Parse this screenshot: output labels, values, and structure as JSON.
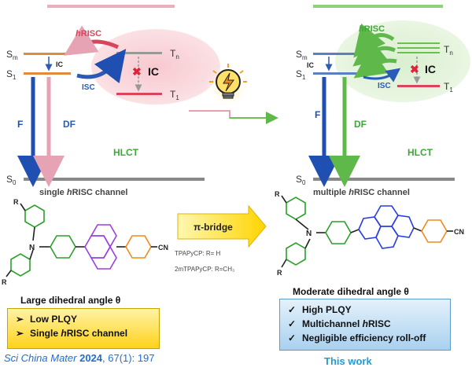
{
  "left": {
    "hrisc_suffix": "RISC",
    "isc": "ISC",
    "ic_small": "IC",
    "ic_large": "IC",
    "f": "F",
    "df": "DF",
    "hlct": "HLCT",
    "channel_prefix": "single ",
    "channel_suffix": "RISC channel",
    "dihedral": "Large dihedral angle θ",
    "bullet": "➢",
    "props": [
      "Low PLQY",
      "Single hRISC channel"
    ],
    "props_single_prefix": "Single ",
    "props_single_suffix": "RISC channel"
  },
  "right": {
    "hrisc_suffix": "RISC",
    "isc": "ISC",
    "ic_small": "IC",
    "ic_large": "IC",
    "f": "F",
    "df": "DF",
    "hlct": "HLCT",
    "channel_prefix": "multiple ",
    "channel_suffix": "RISC channel",
    "dihedral": "Moderate dihedral angle θ",
    "bullet": "✓",
    "props": [
      "High PLQY",
      "Multichannel hRISC",
      "Negligible efficiency roll-off"
    ],
    "props_multi_prefix": "Multichannel  ",
    "props_multi_suffix": "RISC"
  },
  "molecule": {
    "n_label": "N",
    "r_label": "R",
    "cn_label": "CN",
    "tpapycp": "TPAPyCP: R= H",
    "mtpapycp": "2mTPAPyCP: R=CH₃"
  },
  "bridge": {
    "label": "π-bridge"
  },
  "citation": {
    "journal": "Sci China Mater",
    "year": "2024",
    "detail": ", 67(1): 197",
    "this_work": "This work"
  }
}
